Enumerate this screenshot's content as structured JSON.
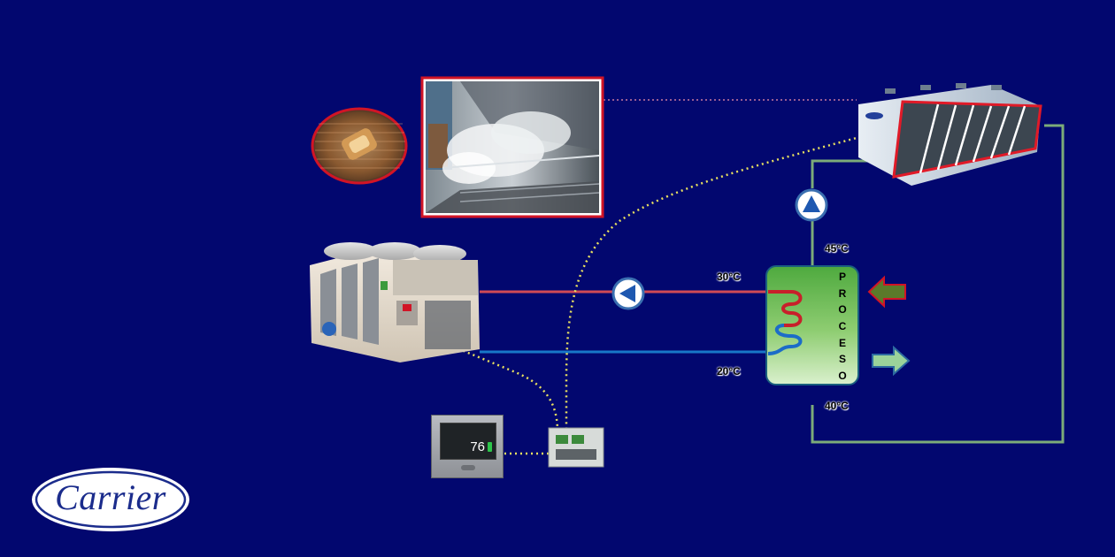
{
  "labels": {
    "supply_temp": "30°C",
    "return_temp": "20°C",
    "upper_temp": "45°C",
    "lower_temp": "40°C"
  },
  "process": {
    "letters": [
      "P",
      "R",
      "O",
      "C",
      "E",
      "S",
      "O"
    ]
  },
  "controller": {
    "display_value": "76"
  },
  "logo": {
    "text": "Carrier"
  },
  "colors": {
    "background": "#02076f",
    "hot_line": "#d04a55",
    "cold_line": "#1877c8",
    "green_loop": "#7cab79",
    "signal_line": "#e8e060",
    "highlight_red": "#e01a28"
  },
  "icons": [
    "pump-icon",
    "inlet-arrow-icon",
    "outlet-arrow-icon",
    "heating-coil-icon",
    "cooling-coil-icon"
  ]
}
